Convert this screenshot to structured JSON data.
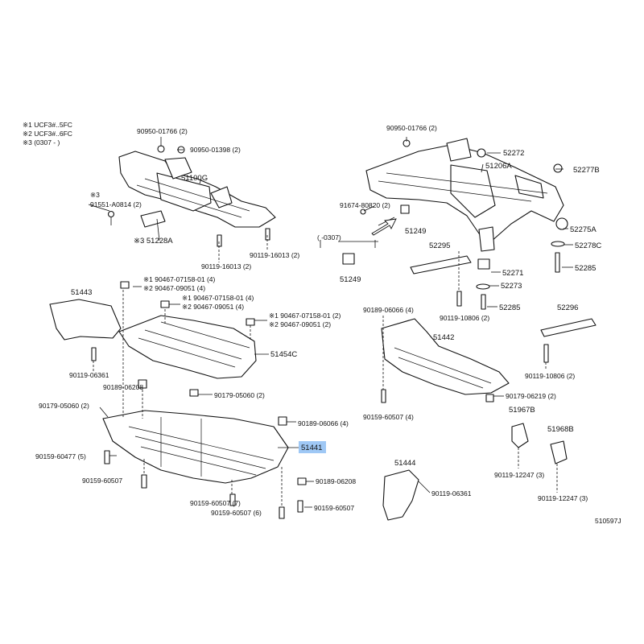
{
  "notes": [
    "※1 UCF3#..5FC",
    "※2 UCF3#..6FC",
    "※3 (0307 -      )"
  ],
  "highlight_color": "#9fc8f5",
  "diagram_id": "510597J",
  "labels": {
    "p90950_01766_l": "90950-01766 (2)",
    "p90950_01398": "90950-01398 (2)",
    "p51100g": "51100G",
    "p91551": "※3\n91551-A0814 (2)",
    "p51228a": "※3 51228A",
    "p90119_16013_a": "90119-16013 (2)",
    "p90119_16013_b": "90119-16013 (2)",
    "p90950_01766_r": "90950-01766 (2)",
    "p52272": "52272",
    "p51206a": "51206A",
    "p52277b": "52277B",
    "p91674": "91674-80820 (2)",
    "p51249_a": "51249",
    "p0307": "(     -0307)",
    "p51249_b": "51249",
    "p52295": "52295",
    "p52275a": "52275A",
    "p52278c": "52278C",
    "p52285_a": "52285",
    "p52271": "52271",
    "p52273": "52273",
    "p90119_10806_a": "90119-10806 (2)",
    "p52285_b": "52285",
    "p51443": "51443",
    "p90467_a1": "※1 90467-07158-01 (4)",
    "p90467_a2": "※2 90467-09051 (4)",
    "p90467_b1": "※1 90467-07158-01 (4)",
    "p90467_b2": "※2 90467-09051 (4)",
    "p90467_c1": "※1 90467-07158-01 (2)",
    "p90467_c2": "※2 90467-09051 (2)",
    "p51454c": "51454C",
    "p90119_06361_a": "90119-06361",
    "p90189_06208_a": "90189-06208",
    "p90179_05060_a": "90179-05060 (2)",
    "p90179_05060_b": "90179-05060 (2)",
    "p90189_06066": "90189-06066 (4)",
    "p51441": "51441",
    "p90159_60477": "90159-60477 (5)",
    "p90159_60507_a": "90159-60507",
    "p90189_06208_b": "90189-06208",
    "p90159_60507_b": "90159-60507 (7)",
    "p90159_60507_c": "90159-60507",
    "p90159_60507_d": "90159-60507 (6)",
    "p90189_06066_r": "90189-06066 (4)",
    "p51442": "51442",
    "p90179_06219": "90179-06219 (2)",
    "p90159_60507_e": "90159-60507 (4)",
    "p52296": "52296",
    "p90119_10806_b": "90119-10806 (2)",
    "p51967b": "51967B",
    "p51968b": "51968B",
    "p90119_12247_a": "90119-12247 (3)",
    "p90119_12247_b": "90119-12247 (3)",
    "p51444": "51444",
    "p90119_06361_b": "90119-06361"
  }
}
